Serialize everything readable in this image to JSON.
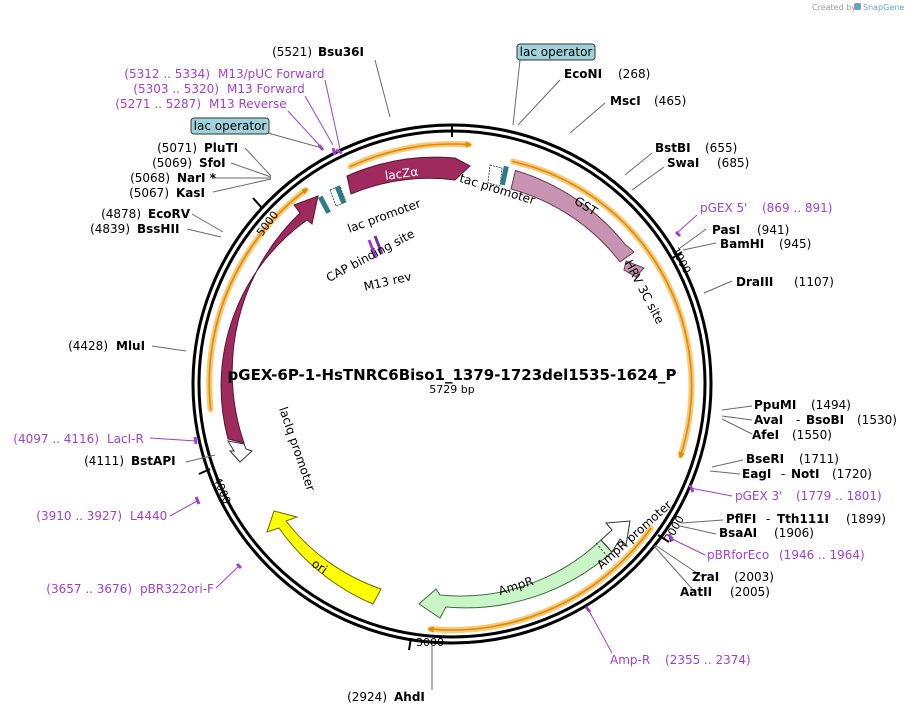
{
  "credit": {
    "prefix": "Created by",
    "brand": "SnapGene"
  },
  "plasmid": {
    "name": "pGEX-6P-1-HsTNRC6Biso1_1379-1723del1535-1624_P",
    "size": "5729 bp"
  },
  "colors": {
    "backbone": "#000000",
    "enzyme": "#000000",
    "primer": "#a23fd0",
    "gst": "#c694b0",
    "lacZa": "#9e2a5e",
    "lacI": "#9e2a5e",
    "ampR": "#c9f5c7",
    "ori": "#ffff00",
    "promoter": "#ffffff",
    "operator_box": "#9fd3db",
    "orf_highlight": "#f7c978",
    "orf_arrow": "#e08a00"
  },
  "ticks": {
    "t1000": "1000",
    "t2000": "2000",
    "t3000": "3000",
    "t4000": "4000",
    "t5000": "5000"
  },
  "operators": {
    "top": "lac operator",
    "left": "lac operator"
  },
  "enzymes": {
    "bsu36i": {
      "name": "Bsu36I",
      "pos": "(5521)"
    },
    "econi": {
      "name": "EcoNI",
      "pos": "(268)"
    },
    "msci": {
      "name": "MscI",
      "pos": "(465)"
    },
    "bstbi": {
      "name": "BstBI",
      "pos": "(655)"
    },
    "swai": {
      "name": "SwaI",
      "pos": "(685)"
    },
    "pasi": {
      "name": "PasI",
      "pos": "(941)"
    },
    "bamhi": {
      "name": "BamHI",
      "pos": "(945)"
    },
    "draiii": {
      "name": "DraIII",
      "pos": "(1107)"
    },
    "ppumi": {
      "name": "PpuMI",
      "pos": "(1494)"
    },
    "avai": {
      "name": "AvaI",
      "pos": ""
    },
    "bsobi": {
      "name": "BsoBI",
      "pos": "(1530)"
    },
    "afei": {
      "name": "AfeI",
      "pos": "(1550)"
    },
    "bseri": {
      "name": "BseRI",
      "pos": "(1711)"
    },
    "eagi": {
      "name": "EagI",
      "pos": ""
    },
    "noti": {
      "name": "NotI",
      "pos": "(1720)"
    },
    "pflfi": {
      "name": "PflFI",
      "pos": ""
    },
    "tth111i": {
      "name": "Tth111I",
      "pos": "(1899)"
    },
    "bsaai": {
      "name": "BsaAI",
      "pos": "(1906)"
    },
    "zrai": {
      "name": "ZraI",
      "pos": "(2003)"
    },
    "aatii": {
      "name": "AatII",
      "pos": "(2005)"
    },
    "ahdi": {
      "name": "AhdI",
      "pos": "(2924)"
    },
    "bstapi": {
      "name": "BstAPI",
      "pos": "(4111)"
    },
    "mlui": {
      "name": "MluI",
      "pos": "(4428)"
    },
    "bsshii": {
      "name": "BssHII",
      "pos": "(4839)"
    },
    "ecorv": {
      "name": "EcoRV",
      "pos": "(4878)"
    },
    "kasi": {
      "name": "KasI",
      "pos": "(5067)"
    },
    "nari": {
      "name": "NarI *",
      "pos": "(5068)"
    },
    "sfoi": {
      "name": "SfoI",
      "pos": "(5069)"
    },
    "pluti": {
      "name": "PluTI",
      "pos": "(5071)"
    },
    "dash": "-"
  },
  "primers": {
    "m13puc": {
      "name": "M13/pUC Forward",
      "range": "(5312 .. 5334)"
    },
    "m13fwd": {
      "name": "M13 Forward",
      "range": "(5303 .. 5320)"
    },
    "m13rev": {
      "name": "M13 Reverse",
      "range": "(5271 .. 5287)"
    },
    "pgex5": {
      "name": "pGEX 5'",
      "range": "(869 .. 891)"
    },
    "pgex3": {
      "name": "pGEX 3'",
      "range": "(1779 .. 1801)"
    },
    "pbrfor": {
      "name": "pBRforEco",
      "range": "(1946 .. 1964)"
    },
    "ampr_p": {
      "name": "Amp-R",
      "range": "(2355 .. 2374)"
    },
    "pbr322": {
      "name": "pBR322ori-F",
      "range": "(3657 .. 3676)"
    },
    "l4440": {
      "name": "L4440",
      "range": "(3910 .. 3927)"
    },
    "laciR": {
      "name": "LacI-R",
      "range": "(4097 .. 4116)"
    }
  },
  "features": {
    "gst": "GST",
    "hrv3c": "HRV 3C site",
    "tac": "tac promoter",
    "lacZa": "lacZα",
    "lacprom": "lac promoter",
    "cap": "CAP binding site",
    "m13revsite": "M13 rev",
    "lacI": "lacI",
    "laciq": "lacIq promoter",
    "ori": "ori",
    "ampR": "AmpR",
    "ampRprom": "AmpR promoter"
  }
}
